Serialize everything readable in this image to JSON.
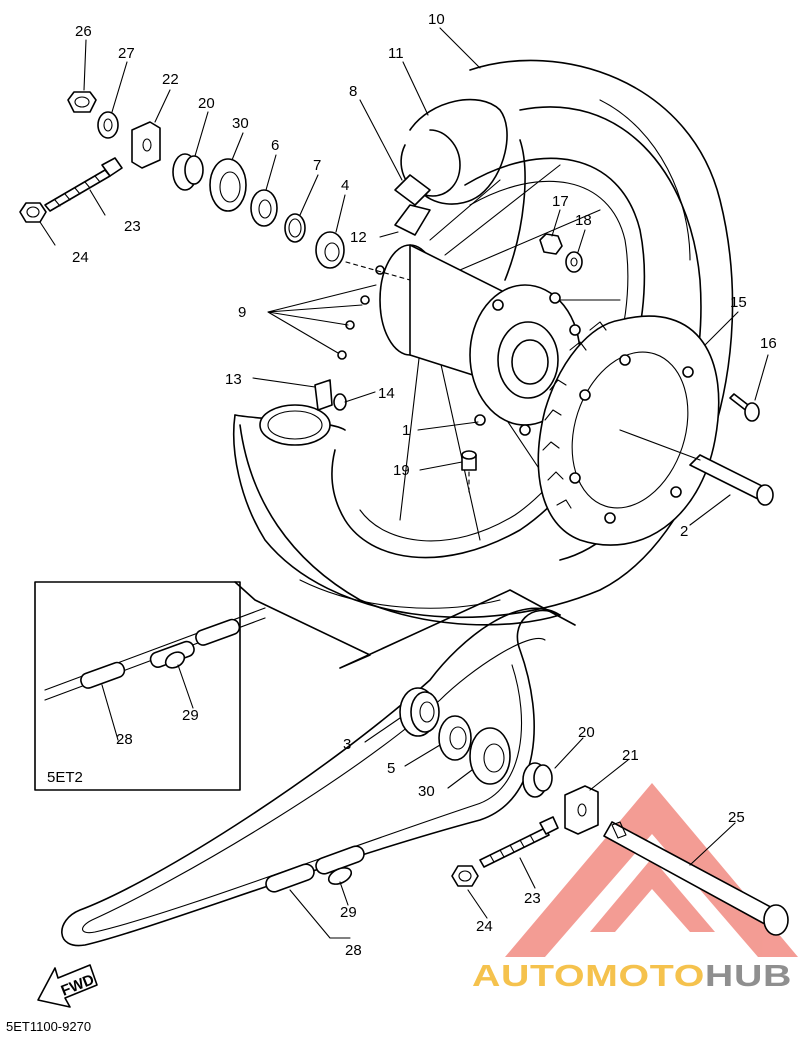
{
  "diagram": {
    "part_labels": [
      {
        "id": "l26",
        "text": "26"
      },
      {
        "id": "l27",
        "text": "27"
      },
      {
        "id": "l22",
        "text": "22"
      },
      {
        "id": "l20a",
        "text": "20"
      },
      {
        "id": "l30a",
        "text": "30"
      },
      {
        "id": "l6",
        "text": "6"
      },
      {
        "id": "l7",
        "text": "7"
      },
      {
        "id": "l4",
        "text": "4"
      },
      {
        "id": "l8",
        "text": "8"
      },
      {
        "id": "l11",
        "text": "11"
      },
      {
        "id": "l10",
        "text": "10"
      },
      {
        "id": "l12",
        "text": "12"
      },
      {
        "id": "l17",
        "text": "17"
      },
      {
        "id": "l18",
        "text": "18"
      },
      {
        "id": "l23a",
        "text": "23"
      },
      {
        "id": "l24a",
        "text": "24"
      },
      {
        "id": "l9",
        "text": "9"
      },
      {
        "id": "l15",
        "text": "15"
      },
      {
        "id": "l16",
        "text": "16"
      },
      {
        "id": "l13",
        "text": "13"
      },
      {
        "id": "l14",
        "text": "14"
      },
      {
        "id": "l1",
        "text": "1"
      },
      {
        "id": "l19",
        "text": "19"
      },
      {
        "id": "l2",
        "text": "2"
      },
      {
        "id": "l28a",
        "text": "28"
      },
      {
        "id": "l29a",
        "text": "29"
      },
      {
        "id": "l3",
        "text": "3"
      },
      {
        "id": "l5",
        "text": "5"
      },
      {
        "id": "l30b",
        "text": "30"
      },
      {
        "id": "l20b",
        "text": "20"
      },
      {
        "id": "l21",
        "text": "21"
      },
      {
        "id": "l25",
        "text": "25"
      },
      {
        "id": "l23b",
        "text": "23"
      },
      {
        "id": "l24b",
        "text": "24"
      },
      {
        "id": "l29b",
        "text": "29"
      },
      {
        "id": "l28b",
        "text": "28"
      }
    ],
    "inset_model": "5ET2",
    "direction_label": "FWD",
    "diagram_code": "5ET1100-9270"
  },
  "watermark": {
    "part1": "AUTOMOTO",
    "part2": "HUB",
    "color_primary": "#f28b82",
    "color_yellow": "#f5c24d",
    "color_gray": "#8f8f8f"
  }
}
